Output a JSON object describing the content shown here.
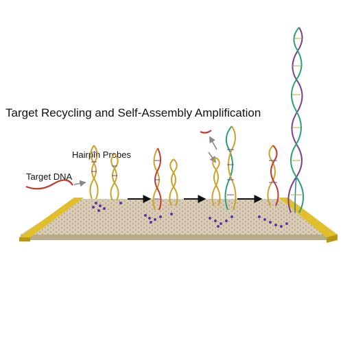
{
  "title": "Target Recycling and Self-Assembly Amplification",
  "labels": {
    "hairpin_probes": "Hairpin Probes",
    "target_dna": "Target DNA"
  },
  "colors": {
    "surface": "#d9ccb2",
    "surface_edge": "#b9aa8a",
    "gold_electrode": "#e0bf2a",
    "gold_electrode_dark": "#b8961a",
    "dna_strand": "#c9a227",
    "target_strand": "#c0392b",
    "assembly_strand_purple": "#7b3f8f",
    "assembly_strand_green": "#2e9e78",
    "assembly_strand_teal": "#2a7f9e",
    "lattice_dot": "#8a7b8f",
    "adsorbed_cluster": "#5a3a9a",
    "reaction_arrow": "#111111",
    "gray_arrow": "#888888"
  },
  "icons": [
    "reaction-arrow-icon",
    "release-arrow-icon"
  ]
}
